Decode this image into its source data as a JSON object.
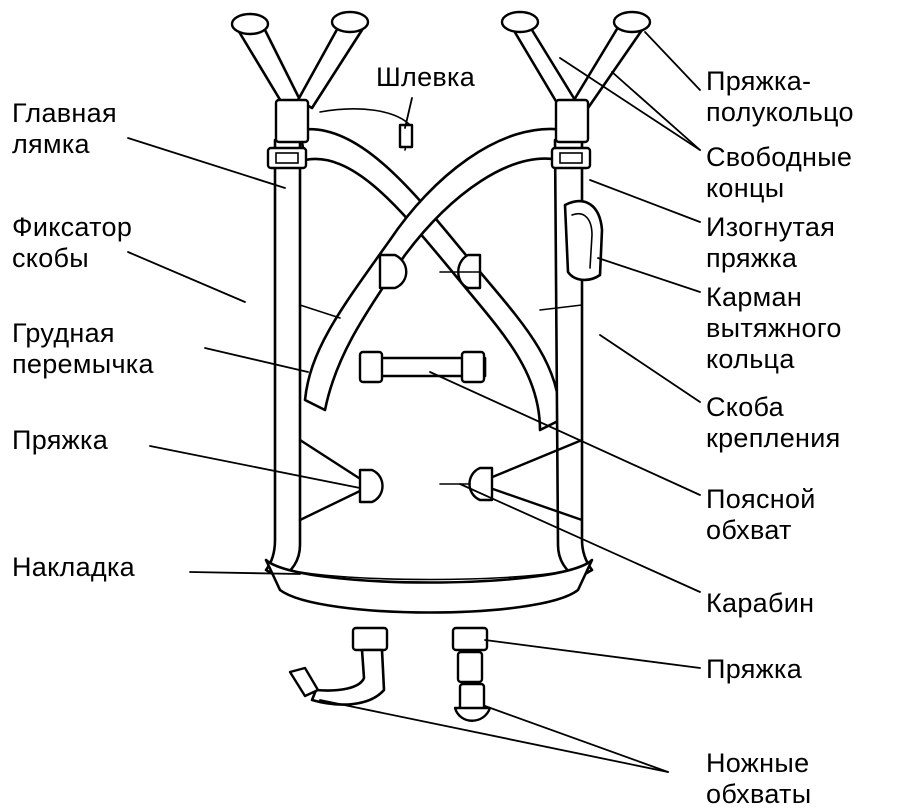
{
  "labels": {
    "shlevka": "Шлевка",
    "glavnaya_lyamka": "Главная\nлямка",
    "fiksator_skoby": "Фиксатор\nскобы",
    "grudnaya_peremychka": "Грудная\nперемычка",
    "pryazhka_left": "Пряжка",
    "nakladka": "Накладка",
    "pryazhka_polukoltso": "Пряжка-\nполукольцо",
    "svobodnye_kontsy": "Свободные\nконцы",
    "izognutaya_pryazhka": "Изогнутая\nпряжка",
    "karman_vytyazhnogo_koltsa": "Карман\nвытяжного\nкольца",
    "skoba_krepleniya": "Скоба\nкрепления",
    "poyasnoy_obkhvat": "Поясной\nобхват",
    "karabin": "Карабин",
    "pryazhka_right": "Пряжка",
    "nozhnye_obkhvaty": "Ножные\nобхваты"
  }
}
